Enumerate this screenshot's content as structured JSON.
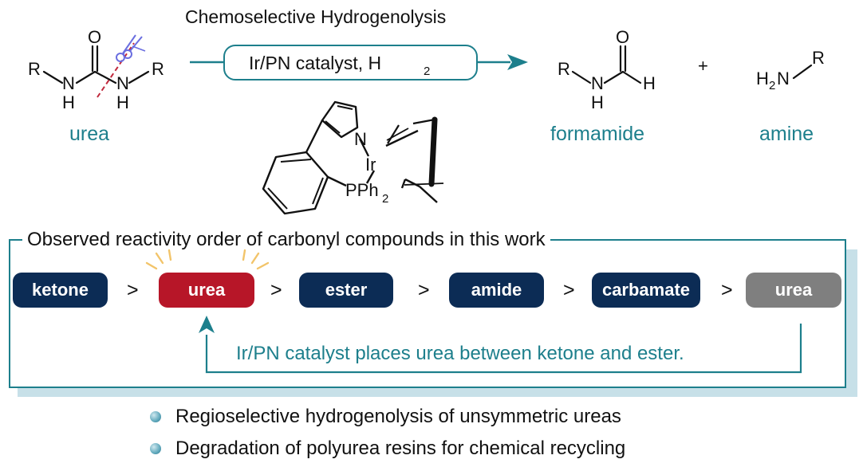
{
  "title": "Chemoselective Hydrogenolysis",
  "catalyst_label_prefix": "Ir/PN catalyst, H",
  "catalyst_label_sub": "2",
  "reactant": {
    "label": "urea",
    "atoms": {
      "o": "O",
      "r1": "R",
      "n1": "N",
      "h1": "H",
      "n2": "N",
      "h2": "H",
      "r2": "R"
    }
  },
  "product1": {
    "label": "formamide",
    "atoms": {
      "r": "R",
      "n": "N",
      "h_n": "H",
      "o": "O",
      "h_c": "H"
    }
  },
  "plus": "+",
  "product2": {
    "label": "amine",
    "atoms": {
      "h2n": "H",
      "h2n_sub": "2",
      "n": "N",
      "r": "R"
    }
  },
  "complex": {
    "n": "N",
    "ir": "Ir",
    "pph2": "PPh",
    "pph2_sub": "2"
  },
  "panel": {
    "title": "Observed reactivity order of carbonyl compounds in this work",
    "order": [
      {
        "name": "ketone",
        "style": "navy"
      },
      {
        "name": "urea",
        "style": "red"
      },
      {
        "name": "ester",
        "style": "navy"
      },
      {
        "name": "amide",
        "style": "navy"
      },
      {
        "name": "carbamate",
        "style": "navy"
      },
      {
        "name": "urea",
        "style": "gray"
      }
    ],
    "separator": ">",
    "note": "Ir/PN catalyst places urea between ketone and ester."
  },
  "bullets": [
    "Regioselective hydrogenolysis of unsymmetric ureas",
    "Degradation of polyurea resins for chemical recycling"
  ],
  "colors": {
    "teal": "#1d7f8c",
    "navy": "#0c2c55",
    "red": "#b71628",
    "gray": "#7f7f7f",
    "scissors": "#6a6ee0",
    "cut_line": "#c0283c"
  }
}
